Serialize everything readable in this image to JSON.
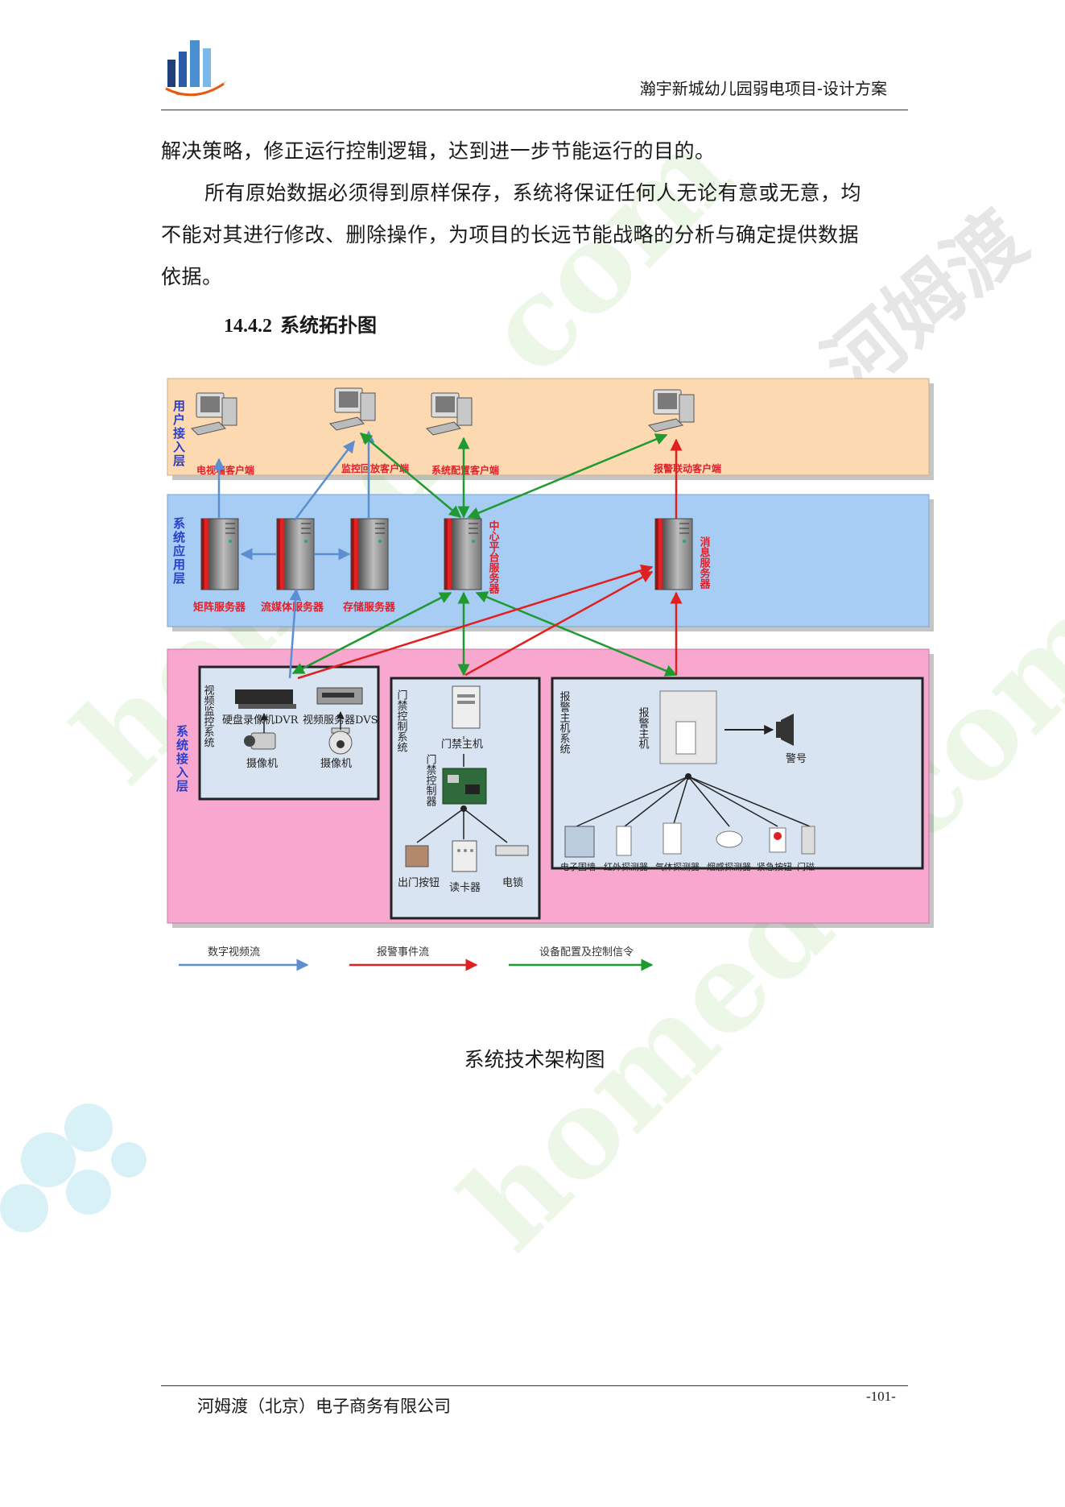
{
  "header": {
    "title": "瀚宇新城幼儿园弱电项目-设计方案"
  },
  "body": {
    "p1": "解决策略，修正运行控制逻辑，达到进一步节能运行的目的。",
    "p2_line1": "所有原始数据必须得到原样保存，系统将保证任何人无论有意或无意，均",
    "p2_line2": "不能对其进行修改、删除操作，为项目的长远节能战略的分析与确定提供数据",
    "p2_line3": "依据。"
  },
  "section": {
    "number": "14.4.2",
    "title": "系统拓扑图"
  },
  "diagram": {
    "layers": {
      "user": "用户接入层",
      "app": "系统应用层",
      "access": "系统接入层"
    },
    "clients": {
      "tv_wall": "电视墙客户端",
      "monitor": "监控回放客户端",
      "config": "系统配置客户端",
      "alarm": "报警联动客户端"
    },
    "servers": {
      "matrix": "矩阵服务器",
      "stream": "流媒体服务器",
      "storage": "存储服务器",
      "center": "中心平台服务器",
      "message": "消息服务器"
    },
    "video_system": {
      "title": "视频监控系统",
      "dvr": "硬盘录像机DVR",
      "dvs": "视频服务器DVS",
      "camera1": "摄像机",
      "camera2": "摄像机"
    },
    "access_system": {
      "title": "门禁控制系统",
      "host": "门禁主机",
      "controller": "门禁控制器",
      "exit_button": "出门按钮",
      "card_reader": "读卡器",
      "lock": "电锁"
    },
    "alarm_system": {
      "title": "报警主机系统",
      "host": "报警主机",
      "siren": "警号",
      "detectors": [
        "电子围墙",
        "红外探测器",
        "气体探测器",
        "烟感探测器",
        "紧急按钮",
        "门磁"
      ]
    },
    "legend": {
      "video": "数字视频流",
      "alarm": "报警事件流",
      "control": "设备配置及控制信令"
    },
    "colors": {
      "user_layer": "#fcd9b0",
      "app_layer": "#a8cdf5",
      "access_layer": "#f8a8cf",
      "sub_panel": "#d9e4f2",
      "video_arrow": "#5b8fd0",
      "alarm_arrow": "#e02020",
      "control_arrow": "#1e9a30",
      "label_red": "#e0202a",
      "label_blue": "#2a3ecc"
    }
  },
  "caption": "系统技术架构图",
  "watermark": {
    "text": "河姆渡",
    "site": "homedo.com"
  },
  "footer": {
    "company": "河姆渡（北京）电子商务有限公司",
    "page": "-101-"
  }
}
